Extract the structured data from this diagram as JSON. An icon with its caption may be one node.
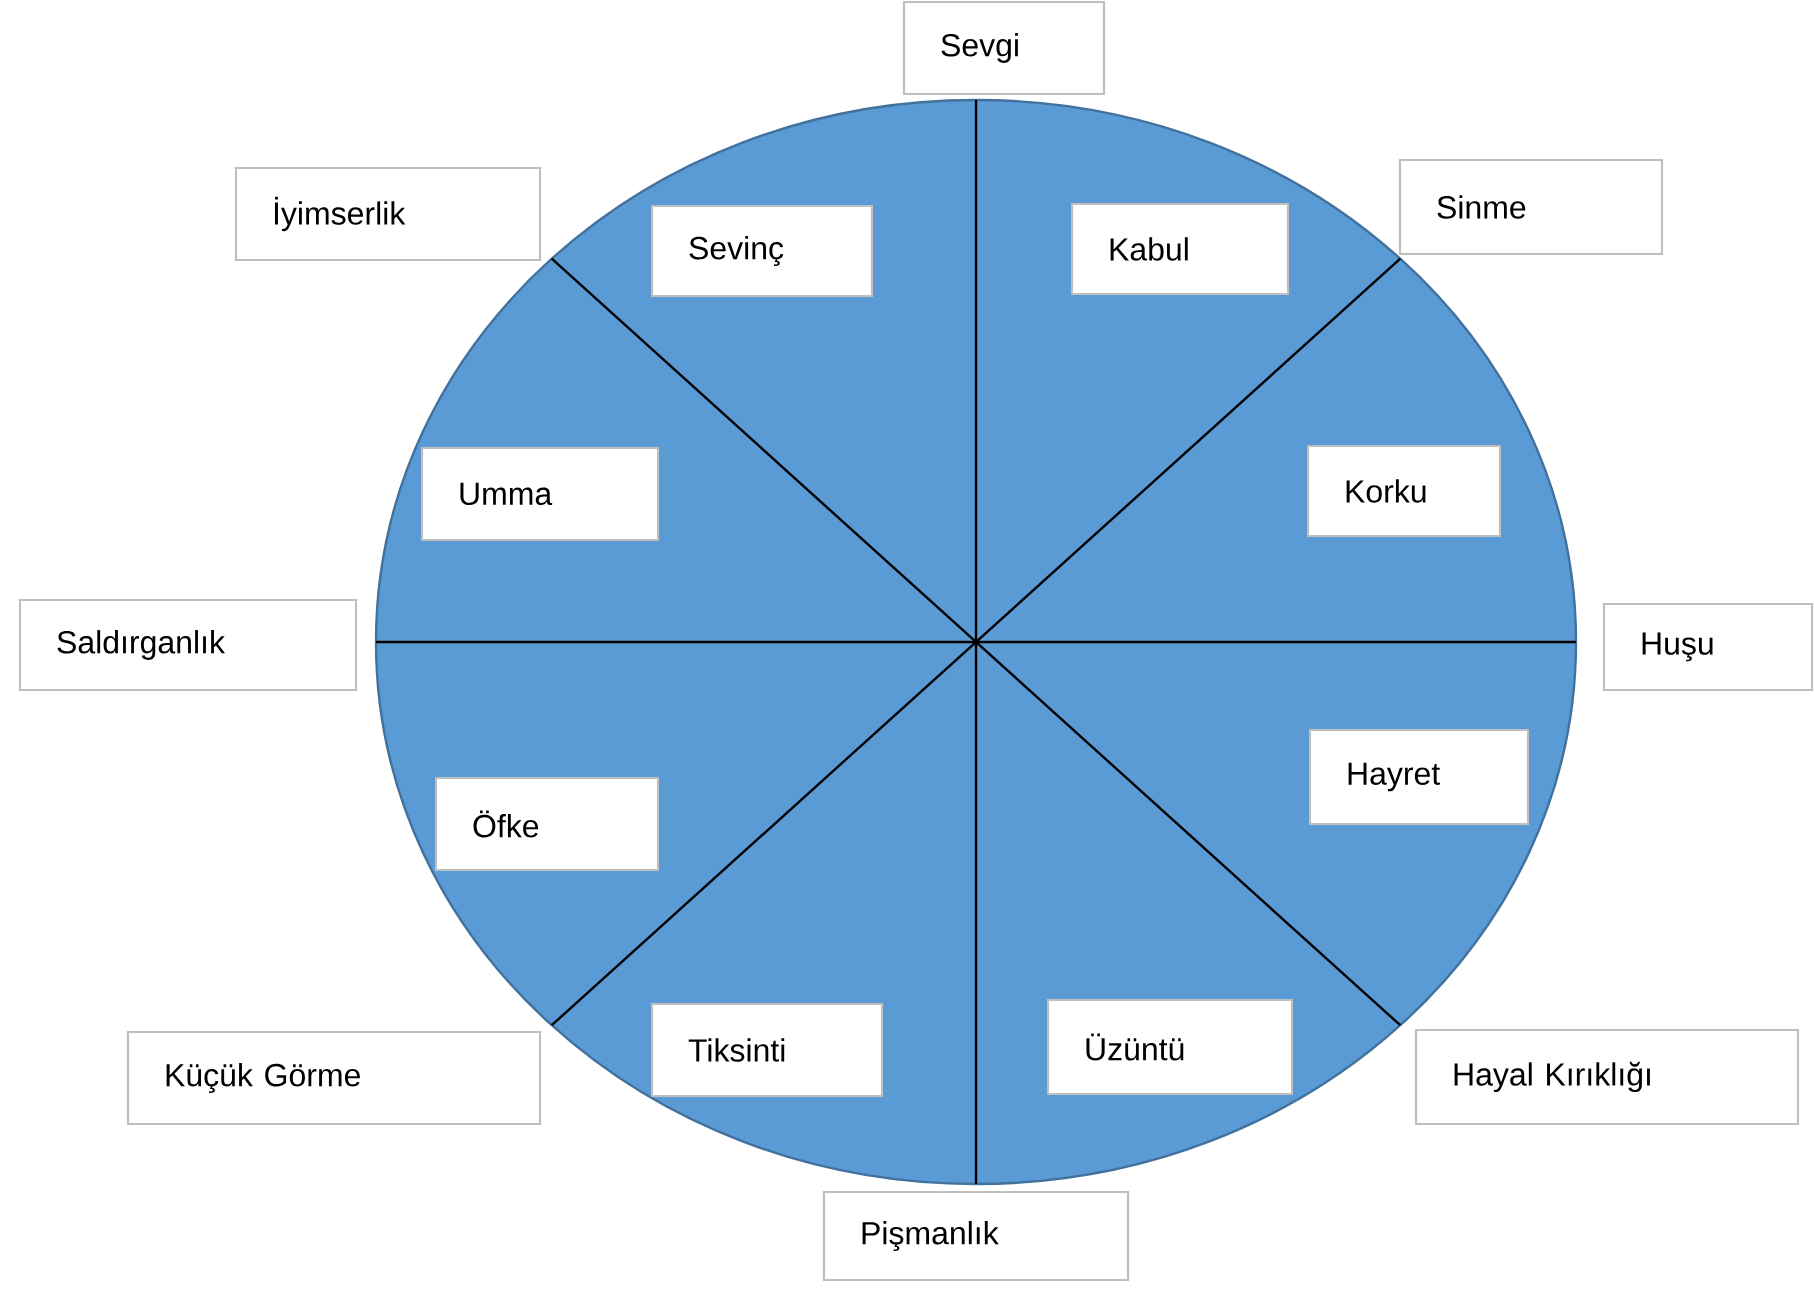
{
  "diagram": {
    "nodes": [
      {
        "text": [],
        "shape": "circle"
      },
      {
        "text": [
          "Sevgi"
        ]
      },
      {
        "text": [
          "İyimserlik"
        ]
      },
      {
        "text": [
          "Sevinç"
        ],
        "in": 0
      },
      {
        "text": [
          "Kabul"
        ],
        "in": 0
      },
      {
        "text": [
          "Sinme"
        ]
      },
      {
        "text": [
          "Umma"
        ],
        "in": 0
      },
      {
        "text": [
          "Korku"
        ],
        "in": 0
      },
      {
        "text": [
          "Saldırganlık"
        ]
      },
      {
        "text": [
          "Huşu"
        ]
      },
      {
        "text": [
          "Hayret"
        ],
        "in": 0
      },
      {
        "text": [
          "Öfke"
        ],
        "in": 0
      },
      {
        "text": [
          "Küçük Görme"
        ]
      },
      {
        "text": [
          "Tiksinti"
        ],
        "in": 0
      },
      {
        "text": [
          "Üzüntü"
        ],
        "in": 0
      },
      {
        "text": [
          "Hayal Kırıklığı"
        ]
      },
      {
        "text": [
          "Pişmanlık"
        ]
      }
    ]
  }
}
